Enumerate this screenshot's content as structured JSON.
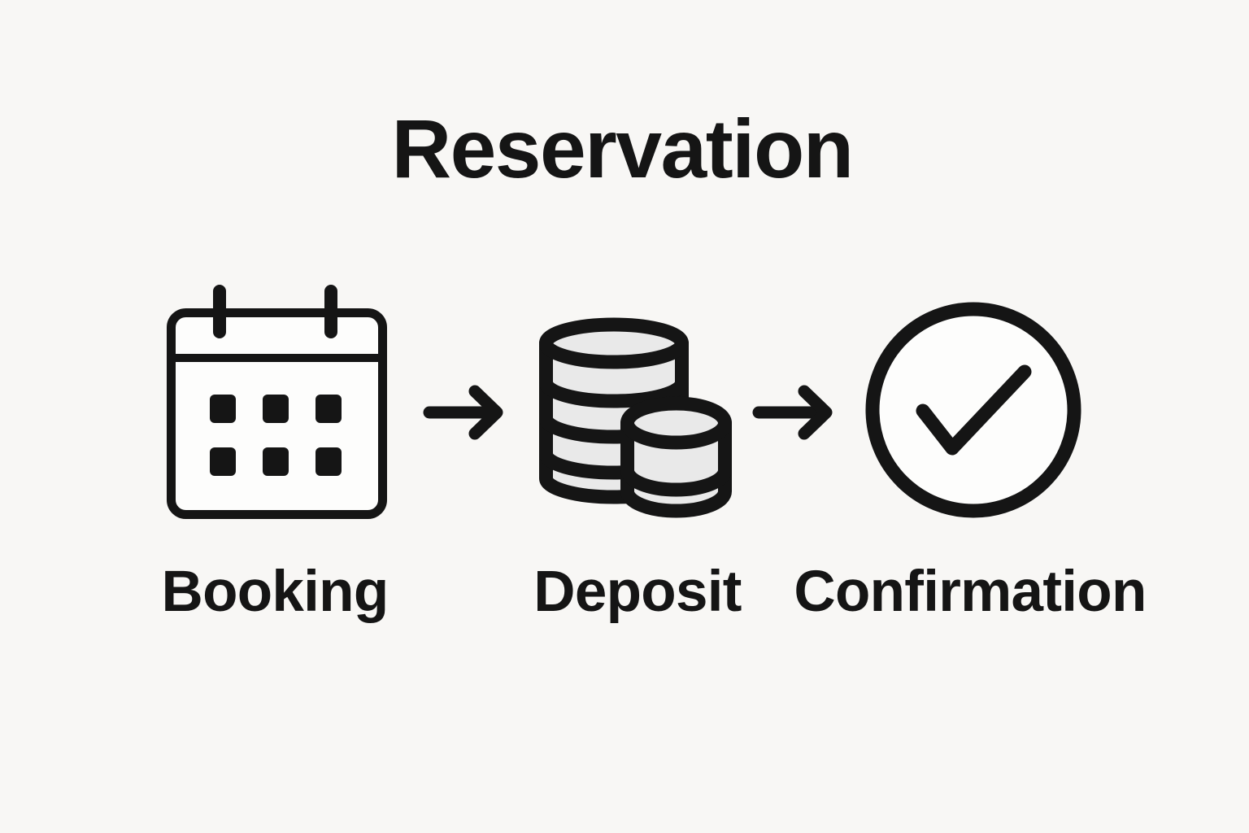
{
  "title": "Reservation",
  "steps": [
    {
      "label": "Booking",
      "icon": "calendar-icon"
    },
    {
      "label": "Deposit",
      "icon": "coins-icon"
    },
    {
      "label": "Confirmation",
      "icon": "check-circle-icon"
    }
  ],
  "connectors": [
    {
      "icon": "arrow-right-icon"
    },
    {
      "icon": "arrow-right-icon"
    }
  ],
  "colors": {
    "bg": "#f8f7f5",
    "ink": "#151515",
    "coin-fill": "#e9e9e9",
    "paper": "#fdfdfc"
  }
}
